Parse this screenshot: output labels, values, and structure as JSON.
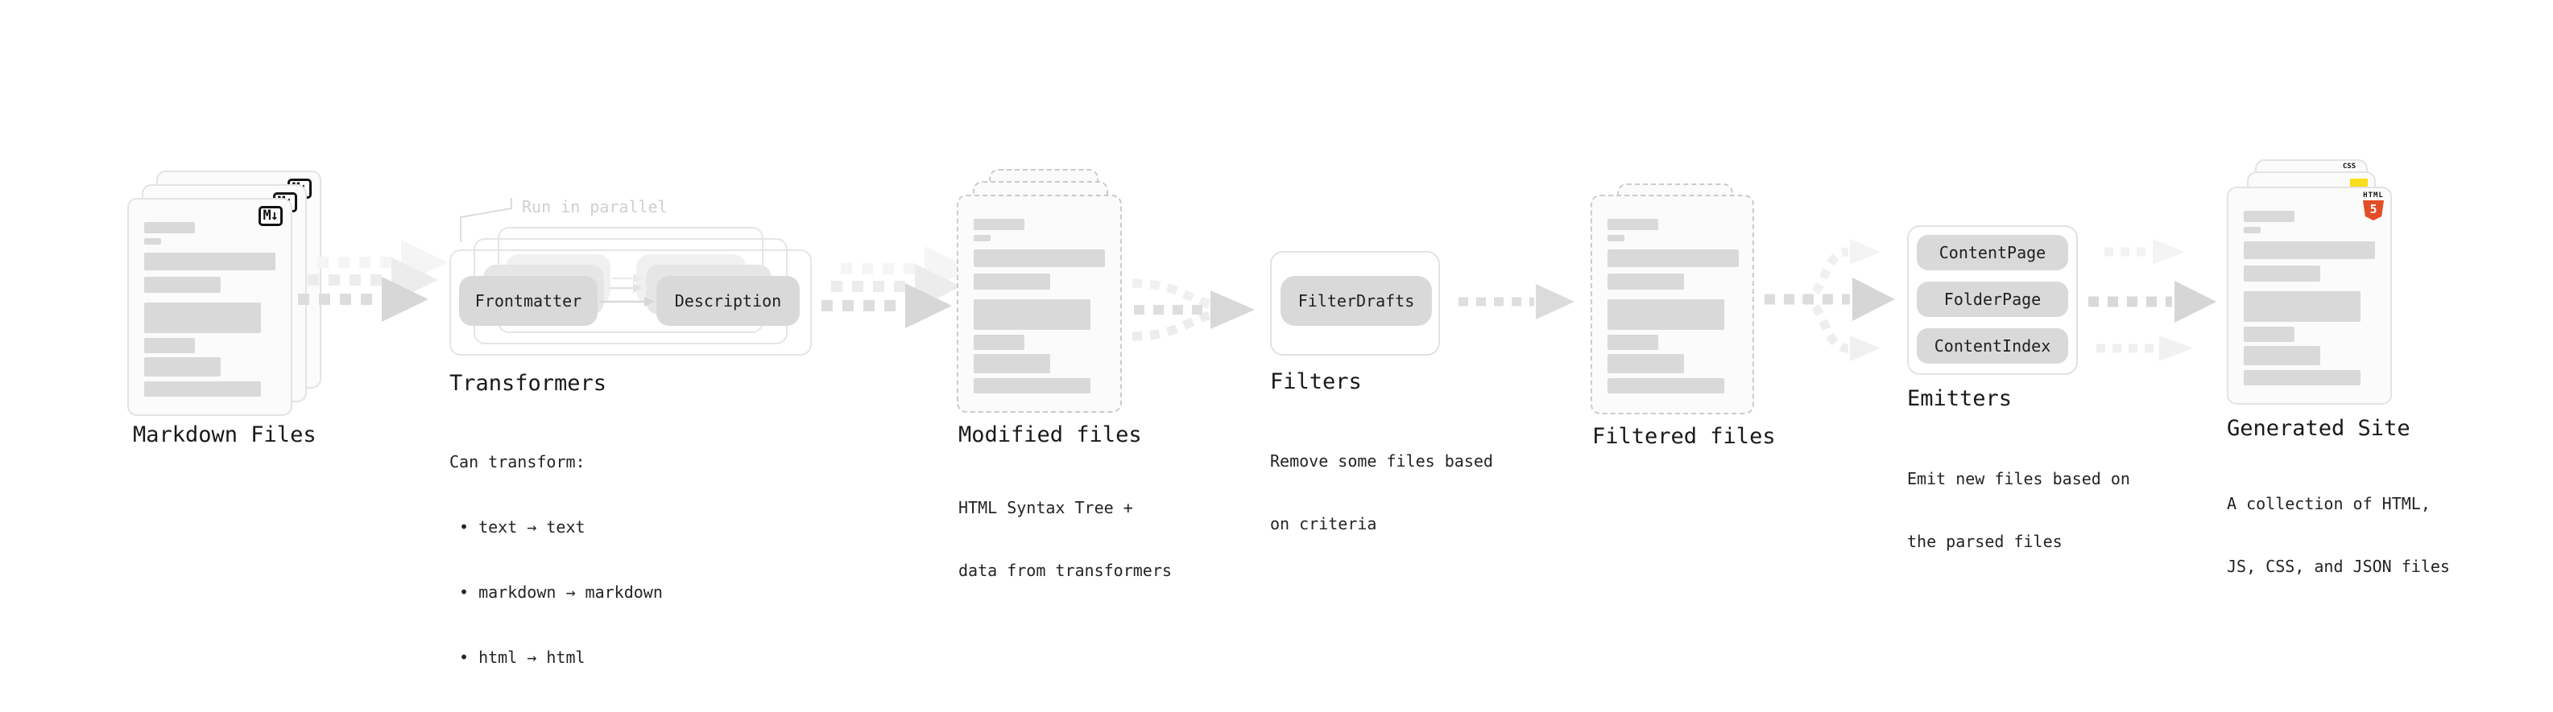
{
  "colors": {
    "html5-orange": "#e44d26",
    "js-yellow": "#f7df1e",
    "css-blue": "#2862eb",
    "card-line": "#d9d9d9",
    "pill-bg": "#d9d9d9"
  },
  "stages": {
    "markdown": {
      "label": "Markdown Files",
      "badge": "M↓"
    },
    "transformers": {
      "annotation": "Run in parallel",
      "pill_left": "Frontmatter",
      "pill_right": "Description",
      "title": "Transformers",
      "caption_intro": "Can transform:",
      "bullets": [
        "• text → text",
        "• markdown → markdown",
        "• html → html"
      ]
    },
    "modified": {
      "title": "Modified files",
      "caption": [
        "HTML Syntax Tree +",
        "data from transformers"
      ]
    },
    "filters": {
      "title": "Filters",
      "pill": "FilterDrafts",
      "caption": [
        "Remove some files based",
        "on criteria"
      ]
    },
    "filtered": {
      "title": "Filtered files"
    },
    "emitters": {
      "title": "Emitters",
      "pills": [
        "ContentPage",
        "FolderPage",
        "ContentIndex"
      ],
      "caption": [
        "Emit new files based on",
        "the parsed files"
      ]
    },
    "generated": {
      "title": "Generated Site",
      "caption": [
        "A collection of HTML,",
        "JS, CSS, and JSON files"
      ],
      "css_badge": "CSS",
      "html_badge_top": "HTML",
      "html_badge_number": "5"
    }
  }
}
